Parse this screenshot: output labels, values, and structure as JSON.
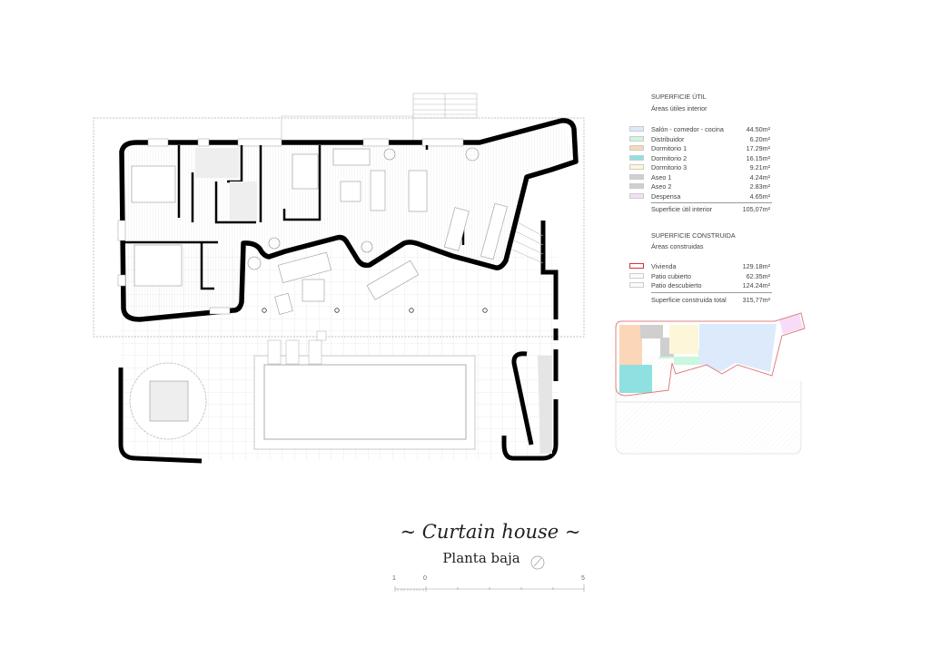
{
  "title": "~ Curtain house ~",
  "subtitle": "Planta baja",
  "scale_bar": {
    "labels": [
      "1",
      "0",
      "5"
    ]
  },
  "useful_area": {
    "heading": "SUPERFICIE ÚTIL",
    "subheading": "Áreas útiles interior",
    "items": [
      {
        "label": "Salón - comedor - cocina",
        "value": "44.50m²",
        "color": "#dceafc"
      },
      {
        "label": "Distribuidor",
        "value": "6.20m²",
        "color": "#c9f7e0"
      },
      {
        "label": "Dormitorio 1",
        "value": "17.29m²",
        "color": "#fbd6b8"
      },
      {
        "label": "Dormitorio 2",
        "value": "16.15m²",
        "color": "#8fe0e0"
      },
      {
        "label": "Dormitorio 3",
        "value": "9.21m²",
        "color": "#fdf6d8"
      },
      {
        "label": "Aseo 1",
        "value": "4.24m²",
        "color": "#cfcfcf"
      },
      {
        "label": "Aseo 2",
        "value": "2.83m²",
        "color": "#cfcfcf"
      },
      {
        "label": "Despensa",
        "value": "4.65m²",
        "color": "#f7dcf7"
      }
    ],
    "total_label": "Superficie útil interior",
    "total_value": "105,07m²"
  },
  "built_area": {
    "heading": "SUPERFICIE CONSTRUIDA",
    "subheading": "Áreas construidas",
    "items": [
      {
        "label": "Vivienda",
        "value": "129.18m²",
        "color": "#d9303a"
      },
      {
        "label": "Patio cubierto",
        "value": "62.35m²",
        "color": "#d6d6d6"
      },
      {
        "label": "Patio descubierto",
        "value": "124.24m²",
        "color": "#d6d6d6"
      }
    ],
    "total_label": "Superficie construida total",
    "total_value": "315,77m²"
  }
}
